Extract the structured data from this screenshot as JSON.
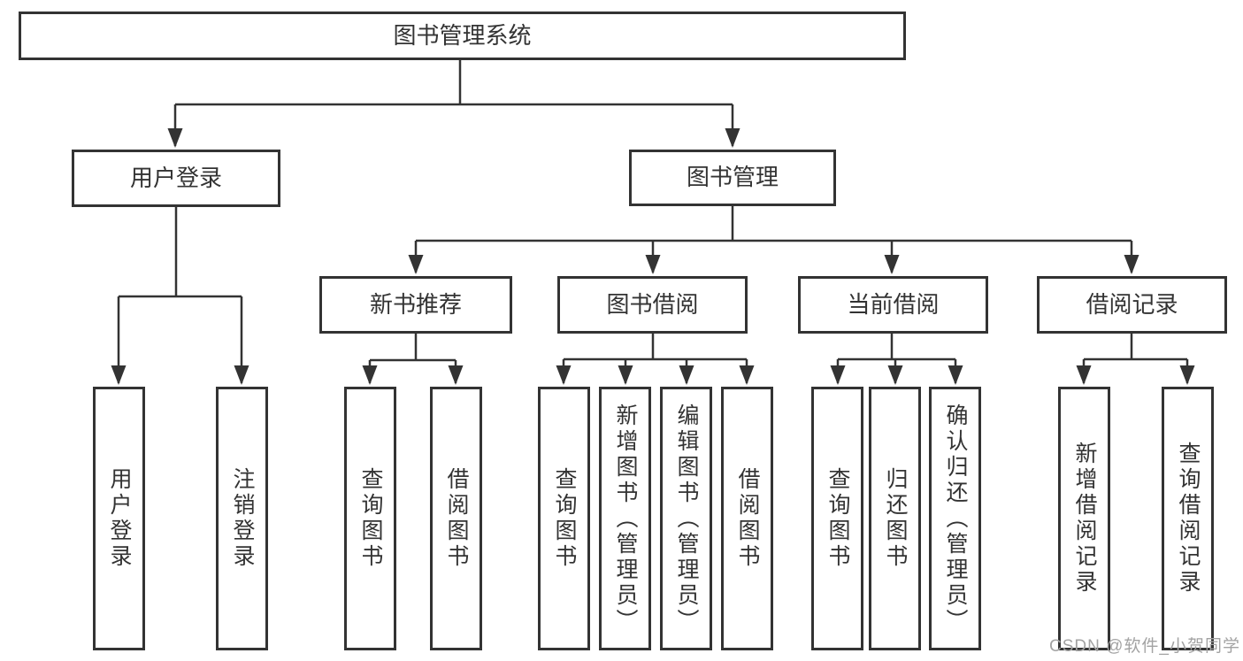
{
  "diagram_title": "图书管理系统",
  "colors": {
    "line": "#333333",
    "box_border": "#333333",
    "text": "#333333",
    "watermark": "#a3a3a3",
    "background": "#ffffff"
  },
  "tree": {
    "root": {
      "label": "图书管理系统"
    },
    "branches": [
      {
        "label": "用户登录",
        "children_labels": [
          "用户登录",
          "注销登录"
        ]
      },
      {
        "label": "图书管理"
      }
    ],
    "modules": [
      {
        "label": "新书推荐",
        "children_labels": [
          "查询图书",
          "借阅图书"
        ]
      },
      {
        "label": "图书借阅",
        "children_labels": [
          "查询图书",
          "新增图书（管理员）",
          "编辑图书（管理员）",
          "借阅图书"
        ]
      },
      {
        "label": "当前借阅",
        "children_labels": [
          "查询图书",
          "归还图书",
          "确认归还（管理员）"
        ]
      },
      {
        "label": "借阅记录",
        "children_labels": [
          "新增借阅记录",
          "查询借阅记录"
        ]
      }
    ]
  },
  "watermark": {
    "text": "CSDN @软件_小贺同学"
  }
}
